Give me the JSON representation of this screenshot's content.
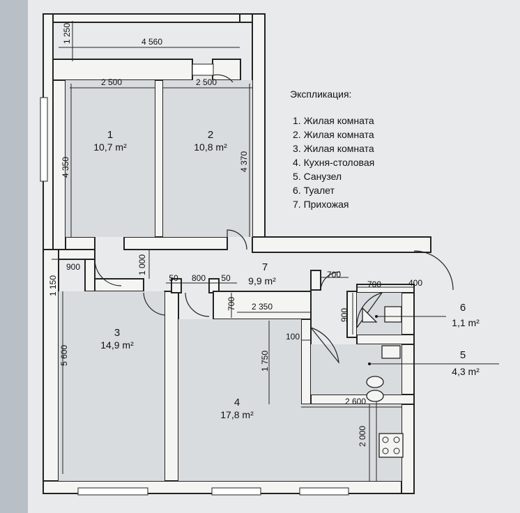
{
  "plan": {
    "legend": {
      "title": "Экспликация:",
      "items": [
        "1.  Жилая комната",
        "2.  Жилая комната",
        "3.  Жилая комната",
        "4.  Кухня-столовая",
        "5.  Санузел",
        "6.  Туалет",
        "7.  Прихожая"
      ]
    },
    "rooms": [
      {
        "num": "1",
        "area": "10,7 m²"
      },
      {
        "num": "2",
        "area": "10,8 m²"
      },
      {
        "num": "3",
        "area": "14,9 m²"
      },
      {
        "num": "4",
        "area": "17,8 m²"
      },
      {
        "num": "5",
        "area": "4,3 m²"
      },
      {
        "num": "6",
        "area": "1,1 m²"
      },
      {
        "num": "7",
        "area": "9,9 m²"
      }
    ],
    "dimensions": {
      "balcony_depth": "1 250",
      "balcony_width": "4 560",
      "room1_width": "2 500",
      "room2_width": "2 500",
      "room1_height": "4 350",
      "room2_height": "4 370",
      "hall_offset": "1 000",
      "room3_width_a": "900",
      "room3_width_b": "1 150",
      "room3_height": "5 600",
      "gap_50_left": "50",
      "door_800": "800",
      "gap_50_right": "50",
      "wall_700_left": "700",
      "corridor_2350": "2 350",
      "toilet_700_top": "700",
      "toilet_700": "700",
      "toilet_400": "400",
      "toilet_900": "900",
      "bath_100": "100",
      "kitchen_1750": "1 750",
      "kitchen_2600": "2 600",
      "kitchen_2000": "2 000"
    }
  }
}
